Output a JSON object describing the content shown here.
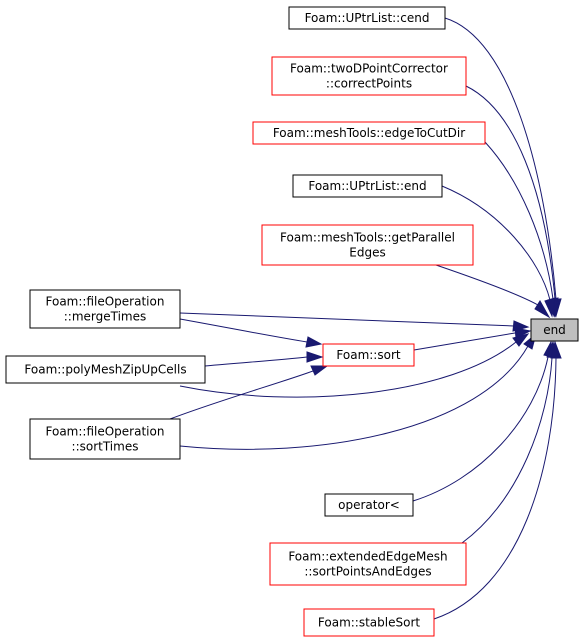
{
  "nodes": {
    "uptrlist_cend": {
      "lines": [
        "Foam::UPtrList::cend"
      ],
      "style": "black"
    },
    "twod_correct": {
      "lines": [
        "Foam::twoDPointCorrector",
        "::correctPoints"
      ],
      "style": "red"
    },
    "meshtools_edgetocutdir": {
      "lines": [
        "Foam::meshTools::edgeToCutDir"
      ],
      "style": "red"
    },
    "uptrlist_end": {
      "lines": [
        "Foam::UPtrList::end"
      ],
      "style": "black"
    },
    "meshtools_getparallel": {
      "lines": [
        "Foam::meshTools::getParallel",
        "Edges"
      ],
      "style": "red"
    },
    "fileop_mergetimes": {
      "lines": [
        "Foam::fileOperation",
        "::mergeTimes"
      ],
      "style": "black"
    },
    "polymeshzipupcells": {
      "lines": [
        "Foam::polyMeshZipUpCells"
      ],
      "style": "black"
    },
    "fileop_sorttimes": {
      "lines": [
        "Foam::fileOperation",
        "::sortTimes"
      ],
      "style": "black"
    },
    "foam_sort": {
      "lines": [
        "Foam::sort"
      ],
      "style": "red"
    },
    "operator_lt": {
      "lines": [
        "operator<"
      ],
      "style": "black"
    },
    "extended_sort": {
      "lines": [
        "Foam::extendedEdgeMesh",
        "::sortPointsAndEdges"
      ],
      "style": "red"
    },
    "stablesort": {
      "lines": [
        "Foam::stableSort"
      ],
      "style": "red"
    },
    "end": {
      "lines": [
        "end"
      ],
      "style": "current"
    }
  },
  "edges": [
    {
      "from": "uptrlist_cend",
      "to": "end"
    },
    {
      "from": "twod_correct",
      "to": "end"
    },
    {
      "from": "meshtools_edgetocutdir",
      "to": "end"
    },
    {
      "from": "uptrlist_end",
      "to": "end"
    },
    {
      "from": "meshtools_getparallel",
      "to": "end"
    },
    {
      "from": "fileop_mergetimes",
      "to": "end"
    },
    {
      "from": "fileop_mergetimes",
      "to": "foam_sort"
    },
    {
      "from": "polymeshzipupcells",
      "to": "end"
    },
    {
      "from": "polymeshzipupcells",
      "to": "foam_sort"
    },
    {
      "from": "fileop_sorttimes",
      "to": "end"
    },
    {
      "from": "fileop_sorttimes",
      "to": "foam_sort"
    },
    {
      "from": "foam_sort",
      "to": "end"
    },
    {
      "from": "operator_lt",
      "to": "end"
    },
    {
      "from": "extended_sort",
      "to": "end"
    },
    {
      "from": "stablesort",
      "to": "end"
    }
  ],
  "colors": {
    "edge": "#191970",
    "black_border": "#000000",
    "red_border": "#ff0000",
    "current_fill": "#bfbfbf"
  }
}
